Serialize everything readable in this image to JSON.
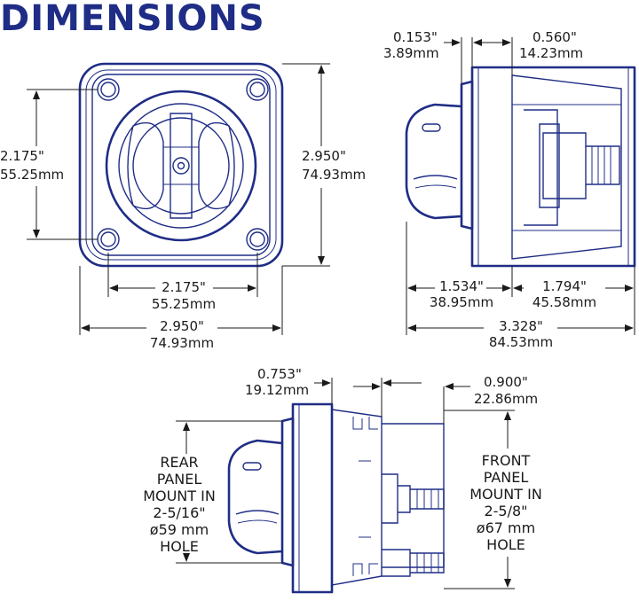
{
  "title": "DIMENSIONS",
  "front_view": {
    "hole_spacing_vertical": {
      "inch": "2.175\"",
      "mm": "55.25mm"
    },
    "body_height": {
      "inch": "2.950\"",
      "mm": "74.93mm"
    },
    "hole_spacing_horizontal": {
      "inch": "2.175\"",
      "mm": "55.25mm"
    },
    "body_width": {
      "inch": "2.950\"",
      "mm": "74.93mm"
    }
  },
  "side_view": {
    "flange_thickness": {
      "inch": "0.153\"",
      "mm": "3.89mm"
    },
    "front_depth": {
      "inch": "0.560\"",
      "mm": "14.23mm"
    },
    "knob_depth": {
      "inch": "1.534\"",
      "mm": "38.95mm"
    },
    "rear_depth": {
      "inch": "1.794\"",
      "mm": "45.58mm"
    },
    "overall_depth": {
      "inch": "3.328\"",
      "mm": "84.53mm"
    }
  },
  "mount_view": {
    "rear_offset": {
      "inch": "0.753\"",
      "mm": "19.12mm"
    },
    "front_offset": {
      "inch": "0.900\"",
      "mm": "22.86mm"
    },
    "rear_panel_note": [
      "REAR",
      "PANEL",
      "MOUNT IN",
      "2-5/16\"",
      "ø59 mm",
      "HOLE"
    ],
    "front_panel_note": [
      "FRONT",
      "PANEL",
      "MOUNT IN",
      "2-5/8\"",
      "ø67 mm",
      "HOLE"
    ]
  }
}
